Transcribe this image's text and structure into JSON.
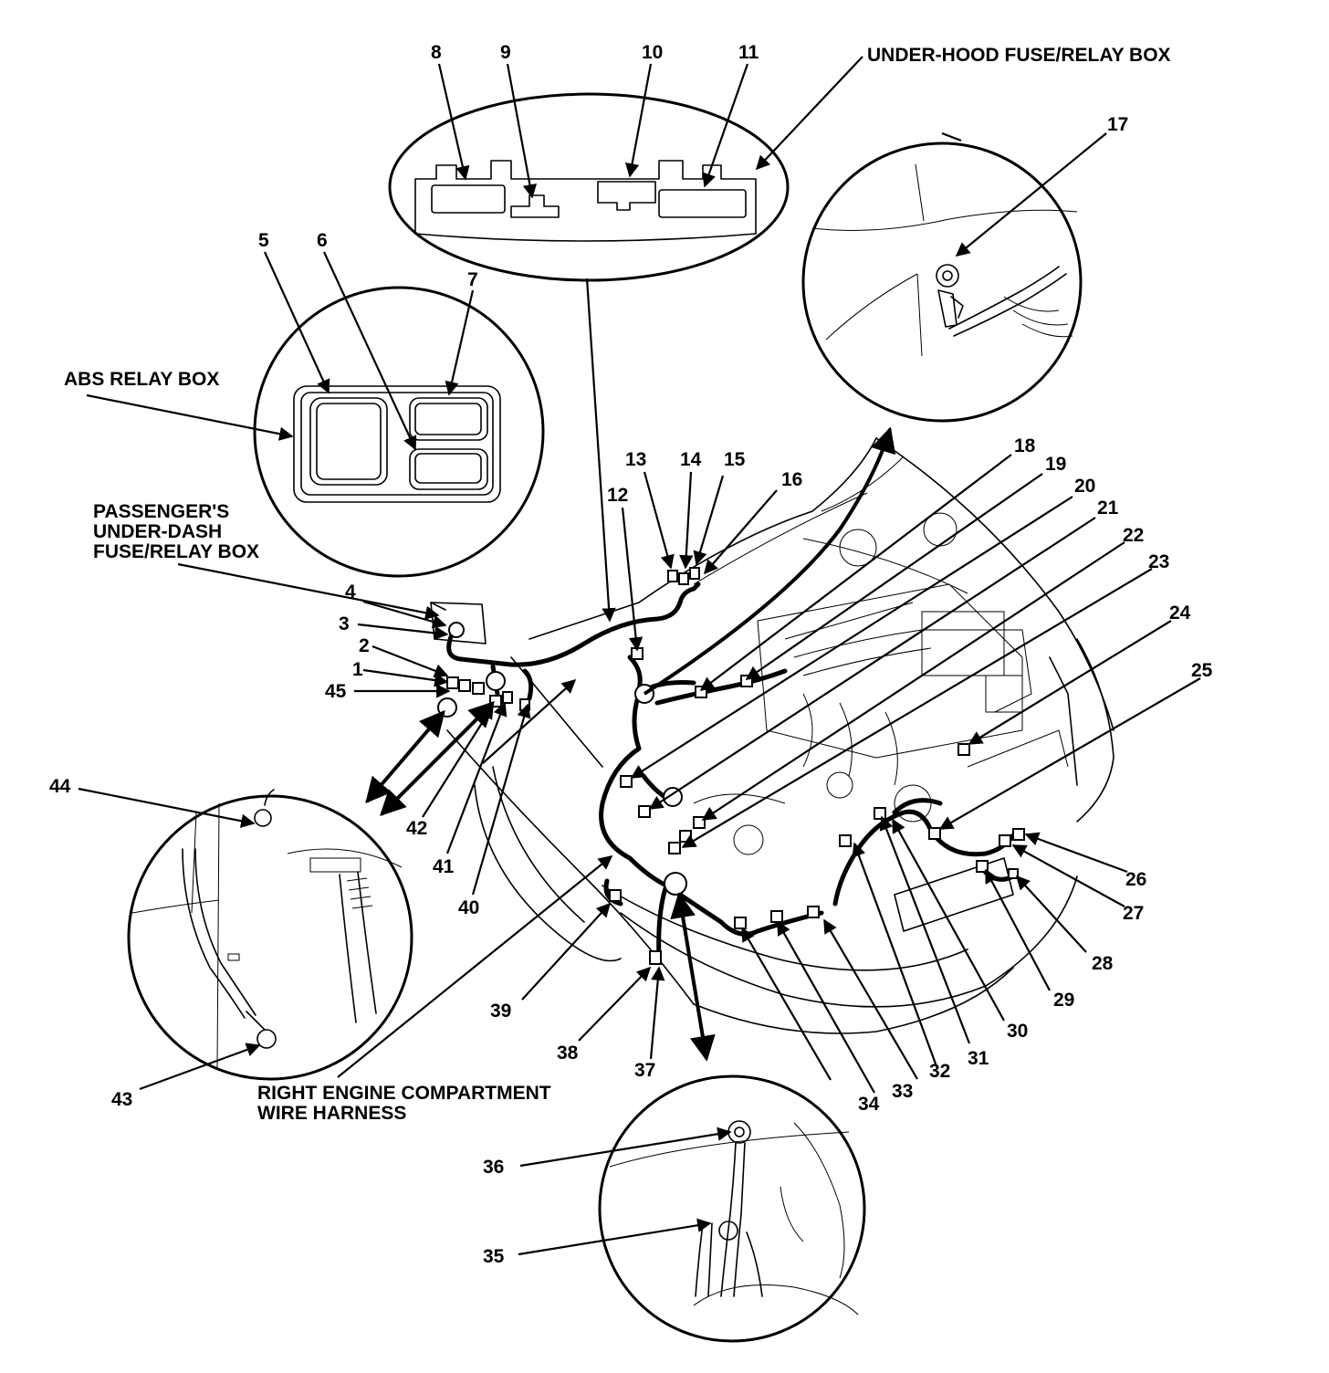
{
  "captions": {
    "under_hood_box": "UNDER-HOOD FUSE/RELAY BOX",
    "abs_relay_box": "ABS RELAY BOX",
    "passenger_box_line1": "PASSENGER'S",
    "passenger_box_line2": "UNDER-DASH",
    "passenger_box_line3": "FUSE/RELAY BOX",
    "harness_line1": "RIGHT ENGINE COMPARTMENT",
    "harness_line2": "WIRE HARNESS"
  },
  "callouts": {
    "n1": "1",
    "n2": "2",
    "n3": "3",
    "n4": "4",
    "n5": "5",
    "n6": "6",
    "n7": "7",
    "n8": "8",
    "n9": "9",
    "n10": "10",
    "n11": "11",
    "n12": "12",
    "n13": "13",
    "n14": "14",
    "n15": "15",
    "n16": "16",
    "n17": "17",
    "n18": "18",
    "n19": "19",
    "n20": "20",
    "n21": "21",
    "n22": "22",
    "n23": "23",
    "n24": "24",
    "n25": "25",
    "n26": "26",
    "n27": "27",
    "n28": "28",
    "n29": "29",
    "n30": "30",
    "n31": "31",
    "n32": "32",
    "n33": "33",
    "n34": "34",
    "n35": "35",
    "n36": "36",
    "n37": "37",
    "n38": "38",
    "n39": "39",
    "n40": "40",
    "n41": "41",
    "n42": "42",
    "n43": "43",
    "n44": "44",
    "n45": "45"
  }
}
